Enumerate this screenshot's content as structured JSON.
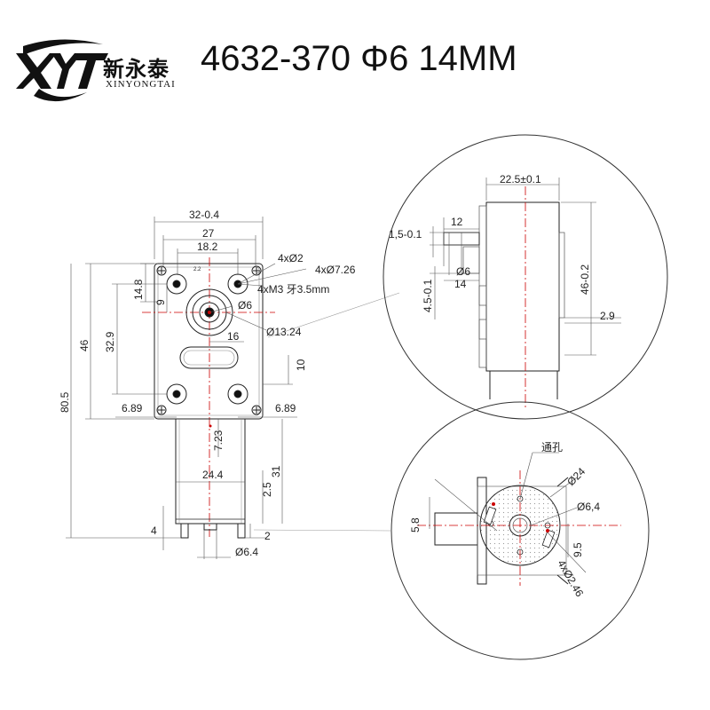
{
  "brand": {
    "logo_letters": "XYT",
    "name_cn": "新永泰",
    "name_en": "XINYONGTAI"
  },
  "title": "4632-370 Φ6 14MM",
  "front_view": {
    "width_total": "32-0.4",
    "width_27": "27",
    "width_18": "18.2",
    "small_22": "2.2",
    "holes_2": "4xØ2",
    "holes_726": "4xØ7.26",
    "holes_m3": "4xM3 牙3.5mm",
    "dim_148": "14.8",
    "dim_9": "9",
    "shaft_6": "Ø6",
    "gear_1324": "Ø13.24",
    "dim_16": "16",
    "dim_329": "32.9",
    "dim_46": "46",
    "dim_805": "80.5",
    "dim_10": "10",
    "dim_689_left": "6.89",
    "dim_689_right": "6.89",
    "dim_723": "7.23",
    "dim_244": "24.4",
    "dim_31": "31",
    "dim_25": "2.5",
    "dim_4": "4",
    "dim_2": "2",
    "dim_64": "Ø6.4"
  },
  "side_detail": {
    "dim_225": "22.5±0.1",
    "dim_12": "12",
    "dim_15": "1,5-0.1",
    "dim_6": "Ø6",
    "dim_14": "14",
    "dim_462": "46-0.2",
    "dim_45": "4.5-0.1",
    "dim_29": "2.9"
  },
  "end_detail": {
    "through_hole": "通孔",
    "dia_24": "Ø24",
    "dia_64": "Ø6,4",
    "dim_58": "5.8",
    "dim_95": "9.5",
    "holes_246": "4xØ2.46"
  }
}
